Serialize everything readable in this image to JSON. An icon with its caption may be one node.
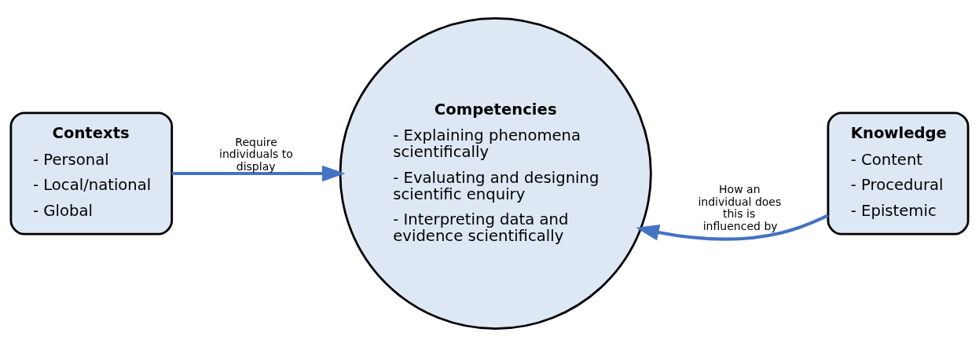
{
  "diagram": {
    "nodes": [
      {
        "text": [
          "Contexts",
          "- Personal",
          "- Local/national",
          "- Global"
        ]
      },
      {
        "text": [
          "Competencies",
          "- Explaining phenomena scientifically",
          "- Evaluating and designing scientific enquiry",
          "- Interpreting data and evidence scientifically"
        ]
      },
      {
        "text": [
          "Knowledge",
          "- Content",
          "- Procedural",
          "- Epistemic"
        ]
      }
    ],
    "edges": [
      {
        "from": 0,
        "to": 1,
        "arrow": "to",
        "label": "Require individuals to display"
      },
      {
        "from": 2,
        "to": 1,
        "arrow": "to",
        "label": "How an individual does this is influenced by"
      }
    ]
  }
}
